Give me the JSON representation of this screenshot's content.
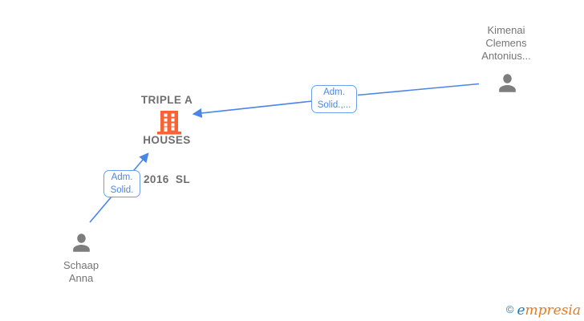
{
  "company": {
    "line1": "TRIPLE A",
    "line2": "HOUSES",
    "line3": "2016  SL"
  },
  "person_kimenai": {
    "line1": "Kimenai",
    "line2": "Clemens",
    "line3": "Antonius..."
  },
  "person_schaap": {
    "line1": "Schaap",
    "line2": "Anna"
  },
  "edge_top_label": {
    "line1": "Adm.",
    "line2": "Solid.,..."
  },
  "edge_bottom_label": {
    "line1": "Adm.",
    "line2": "Solid."
  },
  "watermark": {
    "copyright_symbol": "©",
    "brand_initial": "e",
    "brand_rest": "mpresia"
  },
  "colors": {
    "edge_blue": "#4a86e8",
    "edge_label_border": "#6d9eeb",
    "company_text_gray": "#6e6e6e",
    "person_text_gray": "#757575",
    "person_icon_gray": "#7d7d7d",
    "building_orange": "#f96232",
    "watermark_blue": "#1d7bb0",
    "watermark_orange": "#e87a1e",
    "background": "#ffffff"
  }
}
